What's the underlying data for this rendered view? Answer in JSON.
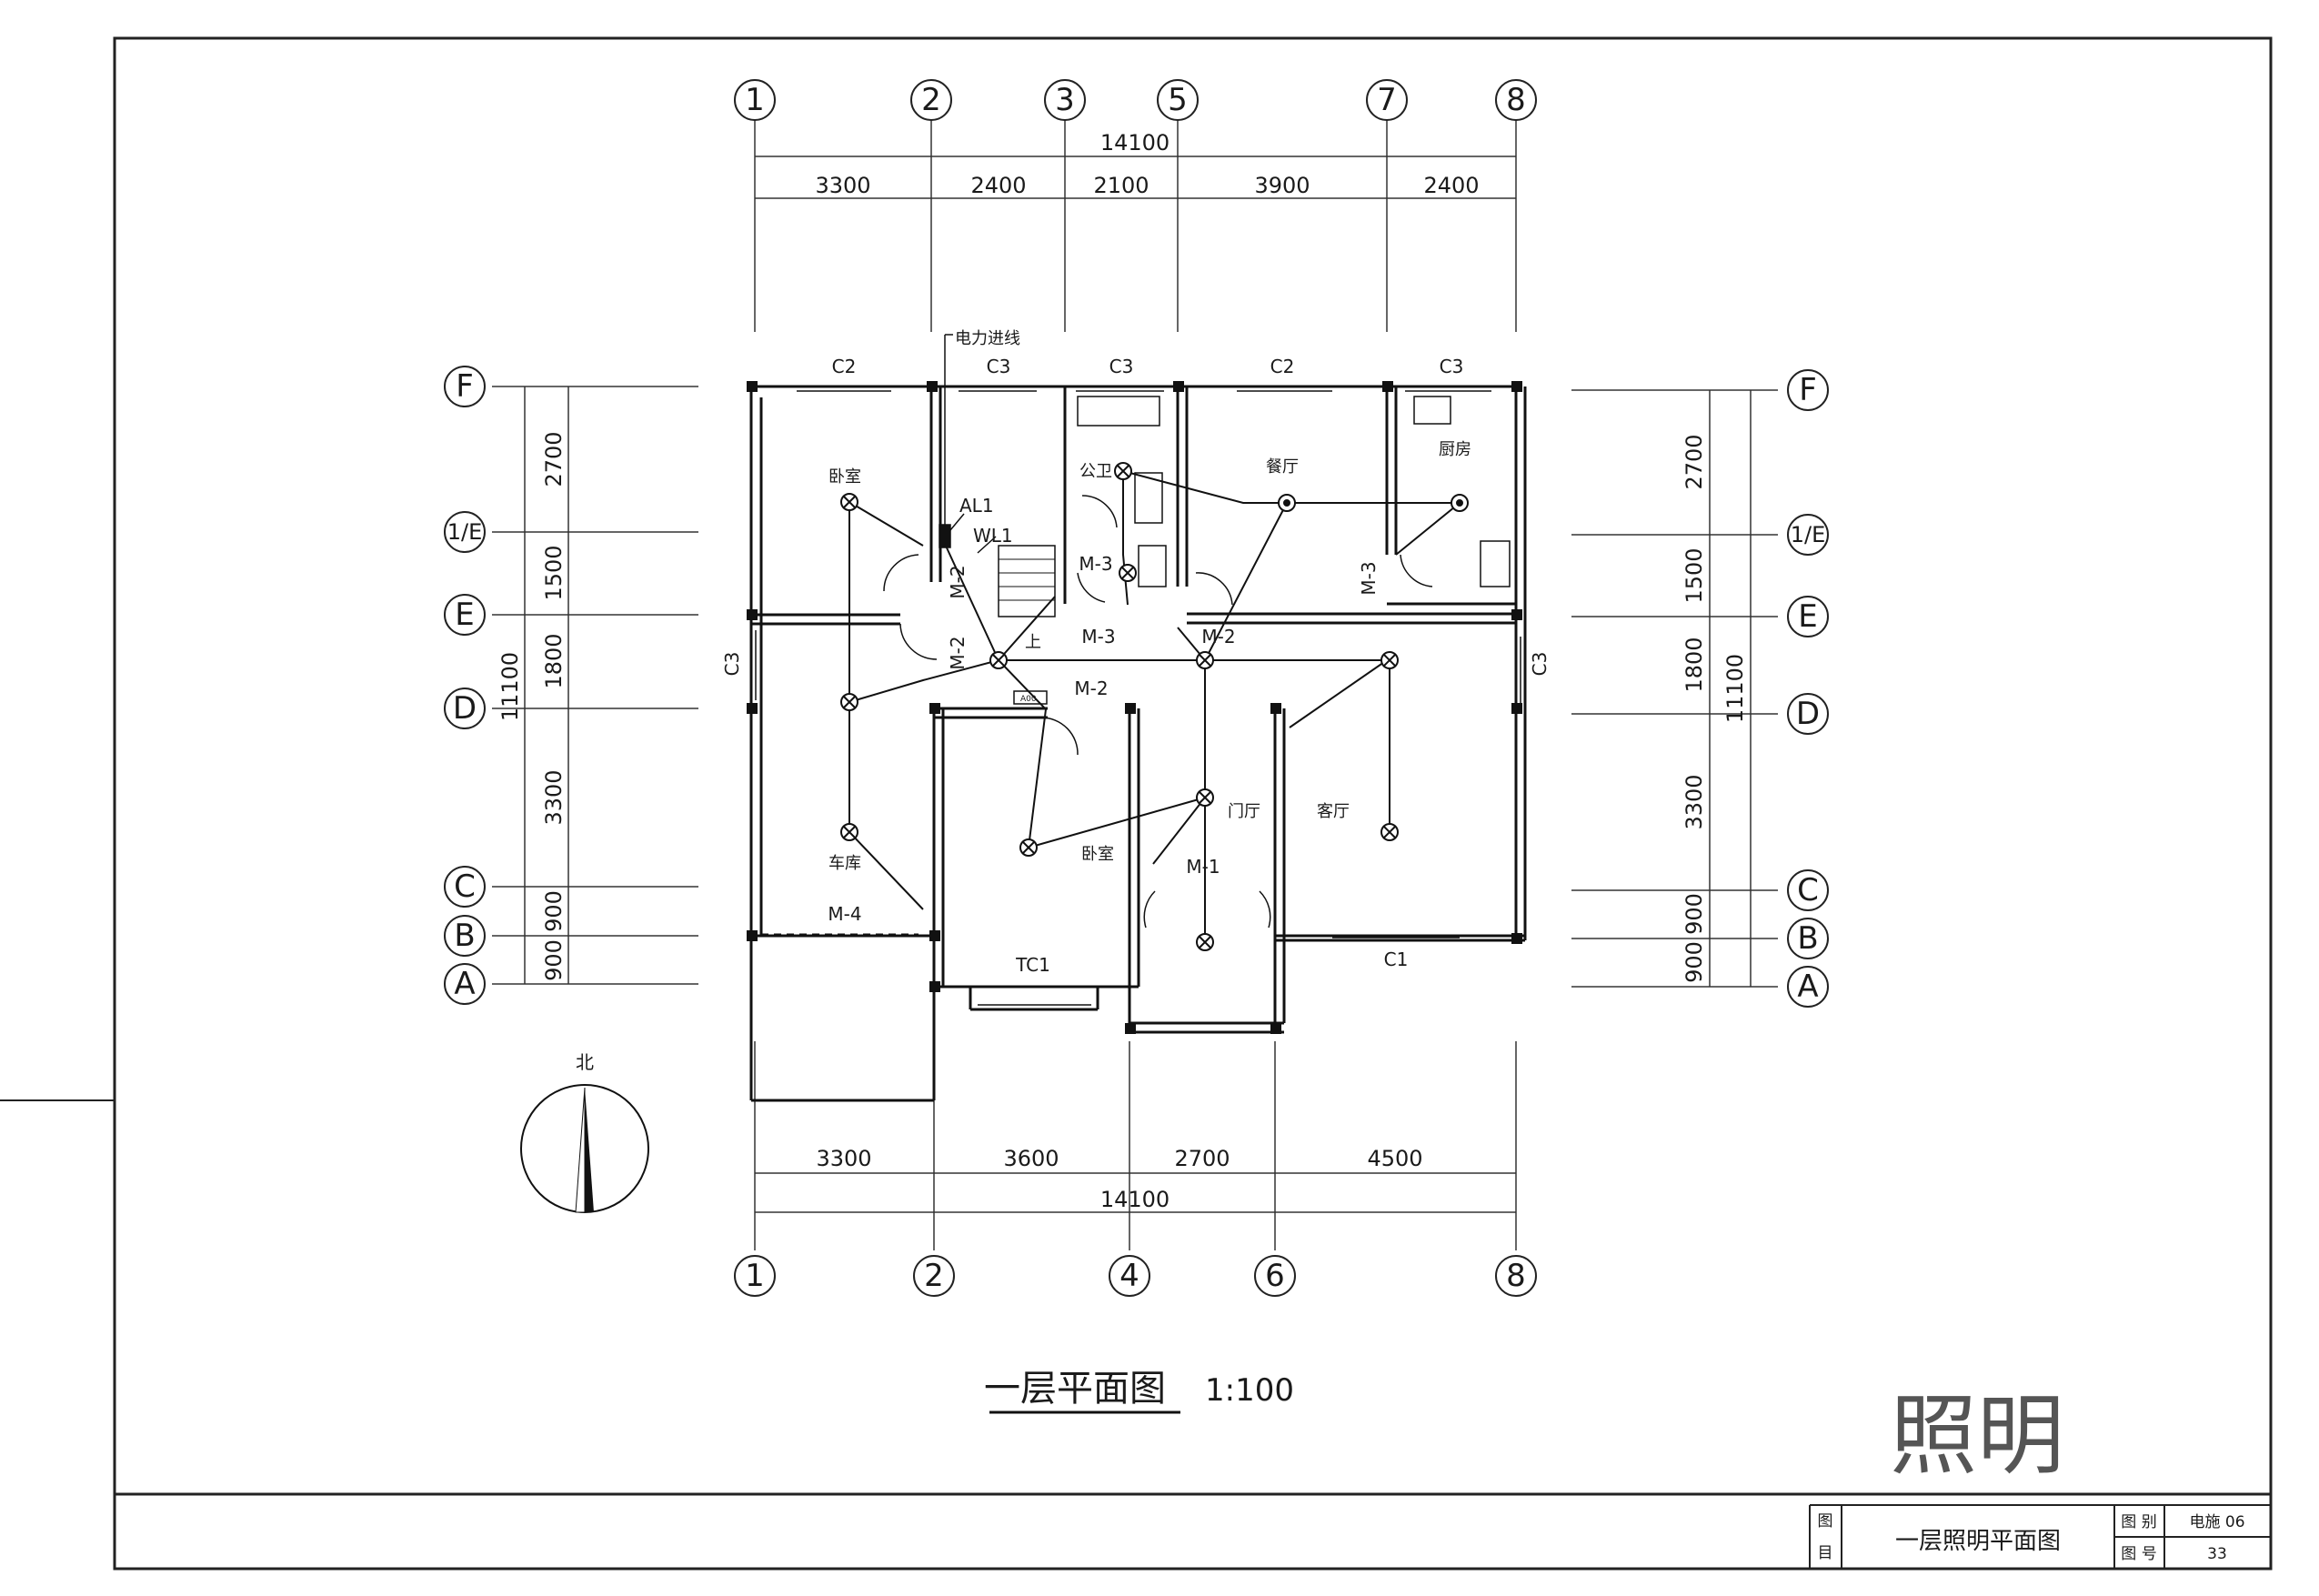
{
  "axes": {
    "top": [
      "1",
      "2",
      "3",
      "5",
      "7",
      "8"
    ],
    "bottom": [
      "1",
      "2",
      "4",
      "6",
      "8"
    ],
    "left": [
      "F",
      "1/E",
      "E",
      "D",
      "C",
      "B",
      "A"
    ],
    "right": [
      "F",
      "1/E",
      "E",
      "D",
      "C",
      "B",
      "A"
    ]
  },
  "dims": {
    "top_total": "14100",
    "top": [
      "3300",
      "2400",
      "2100",
      "3900",
      "2400"
    ],
    "bottom": [
      "3300",
      "3600",
      "2700",
      "4500"
    ],
    "bottom_total": "14100",
    "left": [
      "2700",
      "1500",
      "1800",
      "3300",
      "900",
      "900"
    ],
    "left_outer": "11100",
    "right": [
      "2700",
      "1500",
      "1800",
      "3300",
      "900",
      "900"
    ],
    "right_outer": "11100"
  },
  "windows": {
    "c2_a": "C2",
    "c3_a": "C3",
    "c3_b": "C3",
    "c2_b": "C2",
    "c3_c": "C3",
    "c3_left": "C3",
    "c3_right": "C3",
    "c1": "C1",
    "tc1": "TC1"
  },
  "doors": {
    "m2_a": "M-2",
    "m2_b": "M-2",
    "m2_c": "M-2",
    "m2_d": "M-2",
    "m3_a": "M-3",
    "m3_b": "M-3",
    "m3_c": "M-3",
    "m1": "M-1",
    "m4": "M-4"
  },
  "rooms": {
    "bedroom_1": "卧室",
    "bedroom_2": "卧室",
    "bathroom": "公卫",
    "dining": "餐厅",
    "kitchen": "厨房",
    "garage": "车库",
    "hall": "门厅",
    "living": "客厅"
  },
  "electrical": {
    "power_inlet": "电力进线",
    "panel": "AL1",
    "circuit": "WL1",
    "stair_up": "上",
    "tag": "A00"
  },
  "north": "北",
  "drawing_title": "一层平面图",
  "scale": "1:100",
  "handwritten": "照明",
  "title_block": {
    "label_a": "图",
    "label_b": "目",
    "name": "一层照明平面图",
    "category_label": "图 别",
    "category": "电施 06",
    "number_label": "图 号",
    "number": "33"
  }
}
